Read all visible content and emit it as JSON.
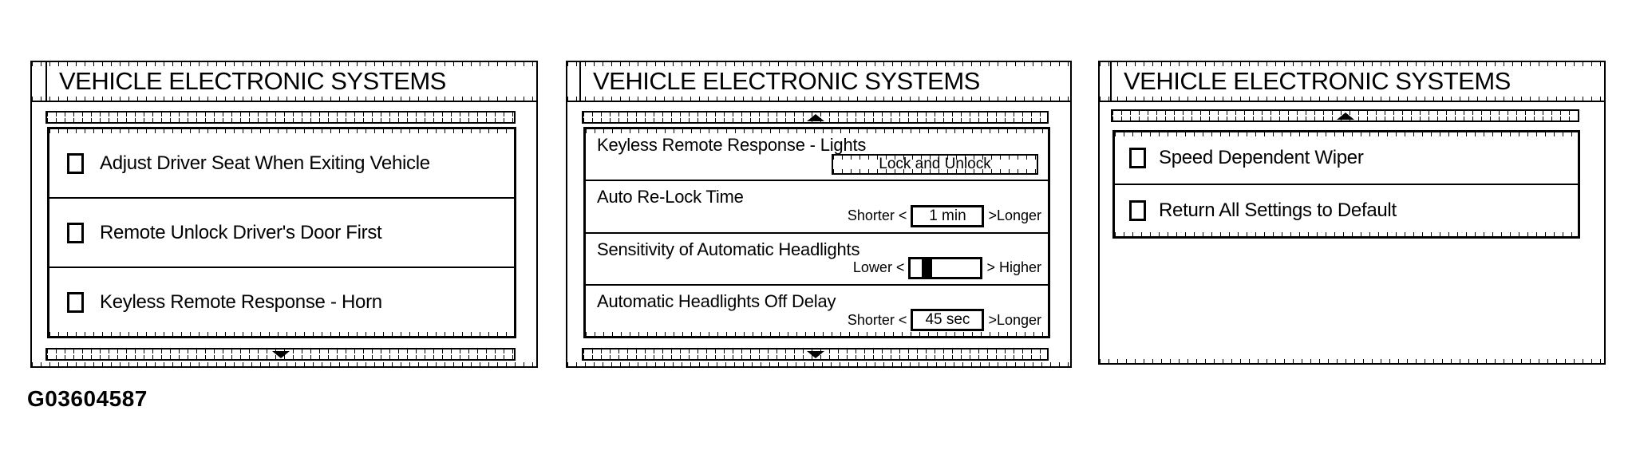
{
  "figure_id": "G03604587",
  "colors": {
    "line": "#000000",
    "background": "#ffffff",
    "slider_thumb": "#000000"
  },
  "panels": [
    {
      "title": "VEHICLE ELECTRONIC SYSTEMS",
      "scrollbar": {
        "up_arrow": false,
        "down_arrow": true
      },
      "items": [
        {
          "type": "checkbox",
          "label": "Adjust Driver Seat When Exiting Vehicle",
          "checked": false
        },
        {
          "type": "checkbox",
          "label": "Remote Unlock Driver's Door First",
          "checked": false
        },
        {
          "type": "checkbox",
          "label": "Keyless Remote Response - Horn",
          "checked": false
        }
      ]
    },
    {
      "title": "VEHICLE ELECTRONIC SYSTEMS",
      "scrollbar": {
        "up_arrow": true,
        "down_arrow": true
      },
      "items": [
        {
          "type": "value-button",
          "label": "Keyless Remote Response - Lights",
          "value": "Lock and Unlock"
        },
        {
          "type": "stepper",
          "label": "Auto Re-Lock Time",
          "left_label": "Shorter <",
          "value": "1 min",
          "right_label": ">Longer"
        },
        {
          "type": "slider",
          "label": "Sensitivity of Automatic Headlights",
          "left_label": "Lower <",
          "right_label": "> Higher",
          "thumb_position_pct": 16
        },
        {
          "type": "stepper",
          "label": "Automatic Headlights Off Delay",
          "left_label": "Shorter <",
          "value": "45 sec",
          "right_label": ">Longer"
        }
      ]
    },
    {
      "title": "VEHICLE ELECTRONIC SYSTEMS",
      "scrollbar": {
        "up_arrow": true,
        "down_arrow": false
      },
      "items": [
        {
          "type": "checkbox",
          "label": "Speed Dependent Wiper",
          "checked": false
        },
        {
          "type": "checkbox",
          "label": "Return All Settings to Default",
          "checked": false
        }
      ]
    }
  ]
}
